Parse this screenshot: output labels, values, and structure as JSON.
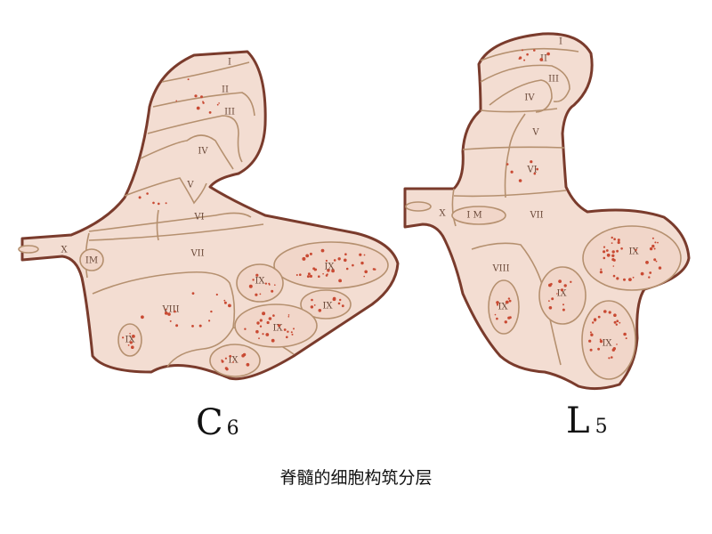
{
  "caption": "脊髓的细胞构筑分层",
  "c6": {
    "segment_letter": "C",
    "segment_number": "6",
    "labels": {
      "lamina_1": "I",
      "lamina_2": "II",
      "lamina_3": "III",
      "lamina_4": "IV",
      "lamina_5": "V",
      "lamina_6": "VI",
      "lamina_7": "VII",
      "lamina_8": "VIII",
      "lamina_9_a": "IX",
      "lamina_9_b": "IX",
      "lamina_9_c": "IX",
      "lamina_9_d": "IX",
      "lamina_9_e": "IX",
      "lamina_9_f": "IX",
      "lamina_10": "X",
      "im": "IM"
    }
  },
  "l5": {
    "segment_letter": "L",
    "segment_number": "5",
    "labels": {
      "lamina_1": "I",
      "lamina_2": "II",
      "lamina_3": "III",
      "lamina_4": "IV",
      "lamina_5": "V",
      "lamina_6": "VI",
      "lamina_7": "VII",
      "lamina_8": "VIII",
      "lamina_9_a": "IX",
      "lamina_9_b": "IX",
      "lamina_9_c": "IX",
      "lamina_9_d": "IX",
      "lamina_10": "X",
      "im": "I M"
    }
  },
  "colors": {
    "fill": "#f3ddd2",
    "outline": "#7a3b2c",
    "lamina_line": "#b5906f",
    "cell_dots": "#c94a33"
  }
}
